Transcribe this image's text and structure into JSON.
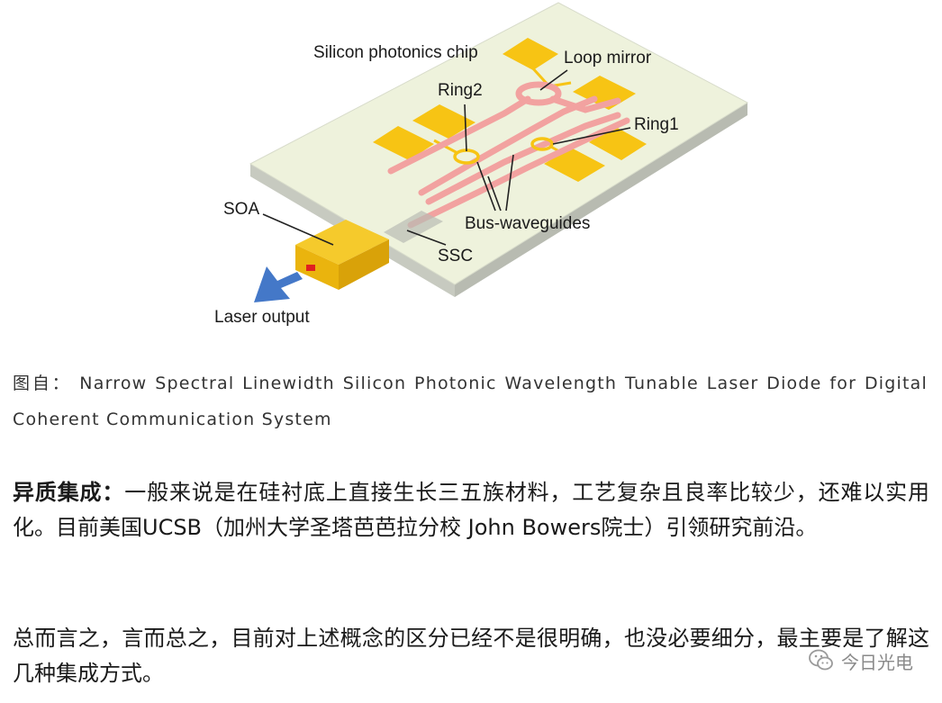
{
  "figure": {
    "labels": {
      "chip": "Silicon photonics chip",
      "loop_mirror": "Loop mirror",
      "ring2": "Ring2",
      "ring1": "Ring1",
      "soa": "SOA",
      "bus_waveguides": "Bus-waveguides",
      "ssc": "SSC",
      "laser_output": "Laser output"
    },
    "colors": {
      "chip_top": "#eef2dc",
      "chip_side": "#c7cac0",
      "pad": "#f7c414",
      "waveguide": "#f2a2a0",
      "soa_block": "#f3be17",
      "arrow": "#4478c8",
      "soa_facet": "#e02020"
    }
  },
  "caption": {
    "text": "图自： Narrow Spectral Linewidth Silicon Photonic Wavelength Tunable Laser Diode for Digital Coherent Communication System"
  },
  "paragraph1": {
    "lead": "异质集成：",
    "body": "一般来说是在硅衬底上直接生长三五族材料，工艺复杂且良率比较少，还难以实用化。目前美国UCSB（加州大学圣塔芭芭拉分校 John Bowers院士）引领研究前沿。"
  },
  "paragraph2": {
    "body": "总而言之，言而总之，目前对上述概念的区分已经不是很明确，也没必要细分，最主要是了解这几种集成方式。"
  },
  "watermark": {
    "text": "今日光电",
    "icon": "wechat-icon"
  }
}
